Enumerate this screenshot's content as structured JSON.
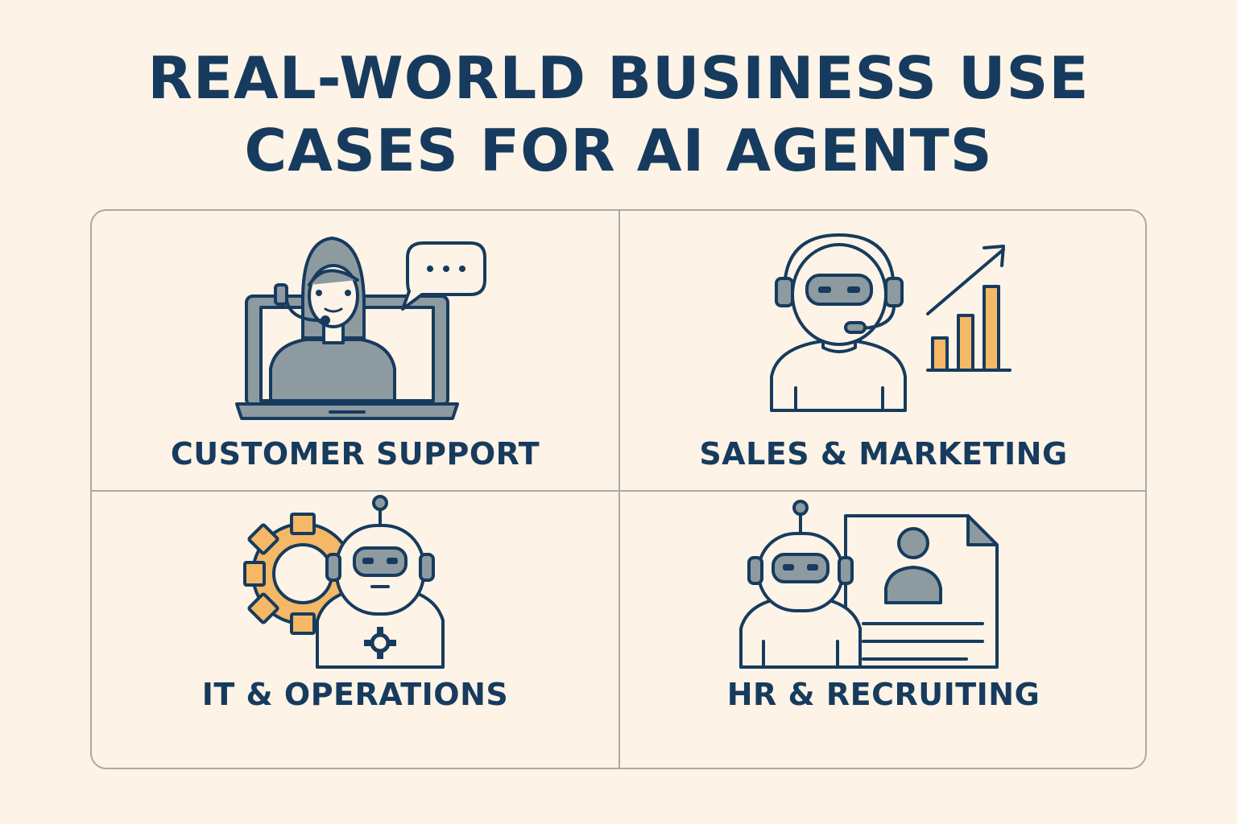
{
  "title": {
    "line1": "REAL-WORLD BUSINESS USE",
    "line2": "CASES FOR AI AGENTS"
  },
  "colors": {
    "background": "#fdf3e6",
    "navy": "#163b5e",
    "gray": "#8d9aa0",
    "orange": "#f5b866",
    "border": "#a9a9a9"
  },
  "cards": [
    {
      "label": "CUSTOMER SUPPORT",
      "icon": "customer-support-agent-laptop-icon"
    },
    {
      "label": "SALES & MARKETING",
      "icon": "robot-headset-growth-chart-icon"
    },
    {
      "label": "IT & OPERATIONS",
      "icon": "robot-gear-icon"
    },
    {
      "label": "HR & RECRUITING",
      "icon": "robot-resume-icon"
    }
  ]
}
